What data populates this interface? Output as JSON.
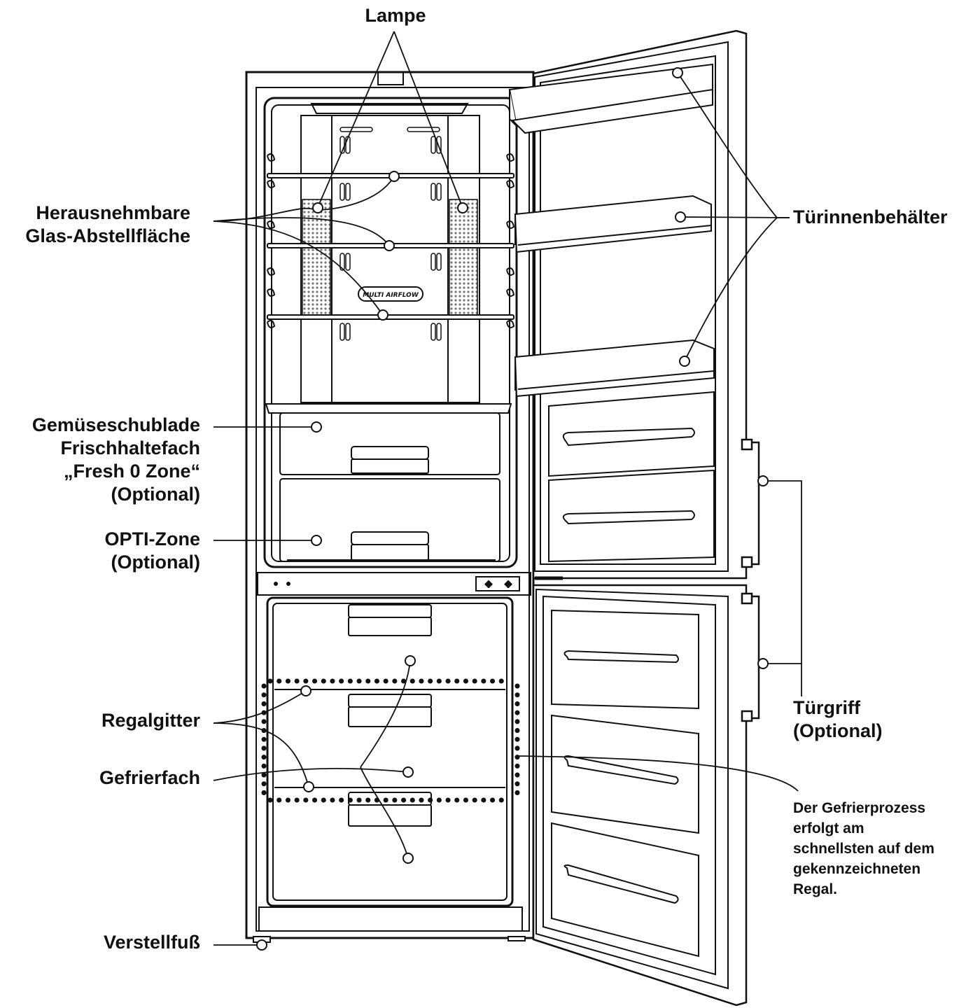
{
  "labels": {
    "lamp": "Lampe",
    "glass_shelf": "Herausnehmbare\nGlas-Abstellfläche",
    "vegetable_drawer": "Gemüseschublade\nFrischhaltefach\n„Fresh 0 Zone“\n(Optional)",
    "opti_zone": "OPTI-Zone\n(Optional)",
    "shelf_grid": "Regalgitter",
    "freezer": "Gefrierfach",
    "foot": "Verstellfuß",
    "door_bins": "Türinnenbehälter",
    "door_handle": "Türgriff\n(Optional)",
    "freezing_note": "Der Gefrierprozess\nerfolgt am\nschnellsten auf dem\ngekennzeichneten\nRegal."
  },
  "control_panel": {
    "airflow_badge": "MULTI AIRFLOW"
  },
  "colors": {
    "line": "#111111",
    "background": "#ffffff",
    "hatch": "#9a9a9a"
  }
}
